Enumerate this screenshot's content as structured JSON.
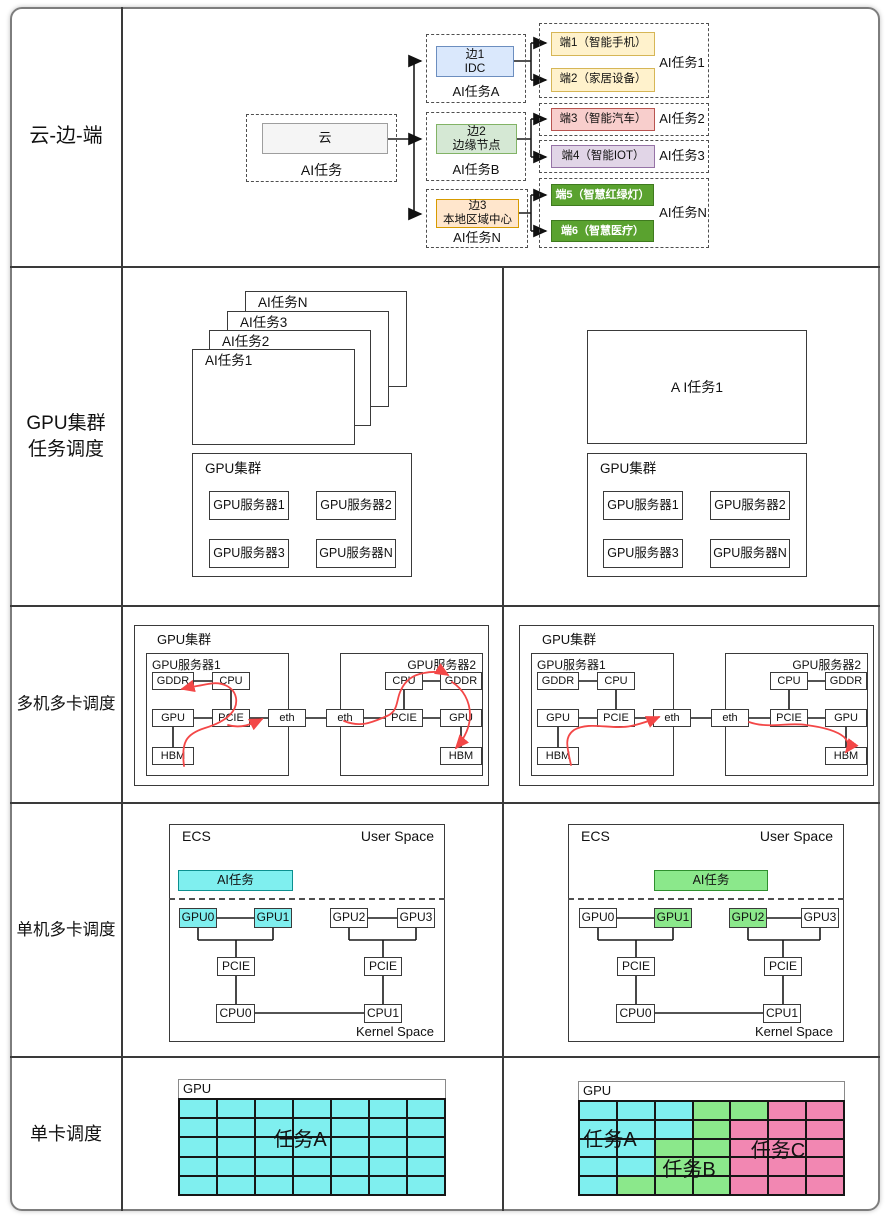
{
  "row_headers": {
    "r1": "云-边-端",
    "r2a": "GPU集群",
    "r2b": "任务调度",
    "r3": "多机多卡调度",
    "r4": "单机多卡调度",
    "r5": "单卡调度"
  },
  "cloud_edge_end": {
    "cloud": {
      "box": "云",
      "label": "AI任务"
    },
    "edges": [
      {
        "line1": "边1",
        "line2": "IDC",
        "label": "AI任务A"
      },
      {
        "line1": "边2",
        "line2": "边缘节点",
        "label": "AI任务B"
      },
      {
        "line1": "边3",
        "line2": "本地区域中心",
        "label": "AI任务N"
      }
    ],
    "end_groups": [
      {
        "label": "AI任务1",
        "ends": [
          "端1（智能手机）",
          "端2（家居设备）"
        ]
      },
      {
        "label": "AI任务2",
        "ends": [
          "端3（智能汽车）"
        ]
      },
      {
        "label": "AI任务3",
        "ends": [
          "端4（智能IOT）"
        ]
      },
      {
        "label": "AI任务N",
        "ends": [
          "端5（智慧红绿灯）",
          "端6（智慧医疗）"
        ]
      }
    ]
  },
  "cluster_scheduling": {
    "left": {
      "cards": [
        "AI任务N",
        "AI任务3",
        "AI任务2",
        "AI任务1"
      ],
      "cluster_title": "GPU集群",
      "servers": [
        "GPU服务器1",
        "GPU服务器2",
        "GPU服务器3",
        "GPU服务器N"
      ]
    },
    "right": {
      "task": "A I任务1",
      "cluster_title": "GPU集群",
      "servers": [
        "GPU服务器1",
        "GPU服务器2",
        "GPU服务器3",
        "GPU服务器N"
      ]
    }
  },
  "multi_machine": {
    "cluster_title": "GPU集群",
    "server1": "GPU服务器1",
    "server2": "GPU服务器2",
    "gddr": "GDDR",
    "cpu": "CPU",
    "gpu": "GPU",
    "pcie": "PCIE",
    "hbm": "HBM",
    "eth": "eth"
  },
  "single_machine": {
    "ecs": "ECS",
    "user_space": "User Space",
    "kernel_space": "Kernel Space",
    "task": "AI任务",
    "gpu0": "GPU0",
    "gpu1": "GPU1",
    "gpu2": "GPU2",
    "gpu3": "GPU3",
    "pcie": "PCIE",
    "cpu0": "CPU0",
    "cpu1": "CPU1"
  },
  "single_card": {
    "gpu_title": "GPU",
    "left": {
      "task_label": "任务A",
      "grid": [
        "ccccccc",
        "ccccccc",
        "ccccccc",
        "ccccccc",
        "ccccccc"
      ]
    },
    "right": {
      "task_a": "任务A",
      "task_b": "任务B",
      "task_c": "任务C",
      "grid": [
        "cccggpp",
        "cccgppp",
        "ccggppp",
        "ccggppp",
        "cgggppp"
      ]
    }
  },
  "colors": {
    "cyan": "#7FEFEF",
    "green": "#8BE88B",
    "pink": "#F287B2",
    "blue_fill": "#DAE8FC",
    "edge_green_fill": "#D5E8D4",
    "orange_fill": "#FFE6CC",
    "yellow_fill": "#FFF2CC",
    "red_fill": "#F8CECC",
    "purple_fill": "#E1D5E7",
    "dark_green_fill": "#5AA22F",
    "cloud_gray": "#F5F5F5",
    "flow_red": "#F34747"
  }
}
